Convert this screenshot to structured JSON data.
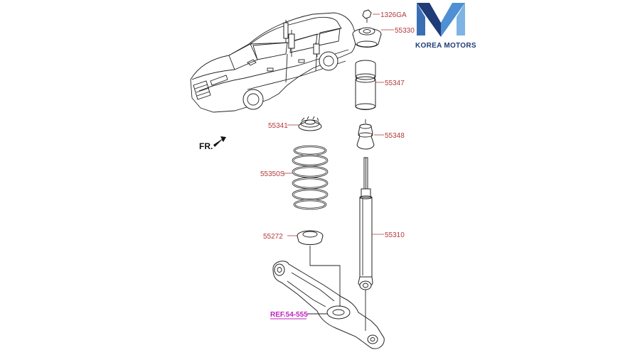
{
  "brand": {
    "name": "KOREA MOTORS",
    "colors": {
      "navy": "#1e3c78",
      "light_blue": "#4f90d4",
      "mid_blue": "#3b6fb4"
    }
  },
  "diagram": {
    "direction_label": "FR.",
    "colors": {
      "part_label": "#b33a3a",
      "ref_label": "#c020c0",
      "line": "#222222"
    },
    "parts": {
      "p1326ga": "1326GA",
      "p55330": "55330",
      "p55347": "55347",
      "p55348": "55348",
      "p55341": "55341",
      "p55350s": "55350S",
      "p55272": "55272",
      "p55310": "55310"
    },
    "reference": "REF.54-555"
  }
}
